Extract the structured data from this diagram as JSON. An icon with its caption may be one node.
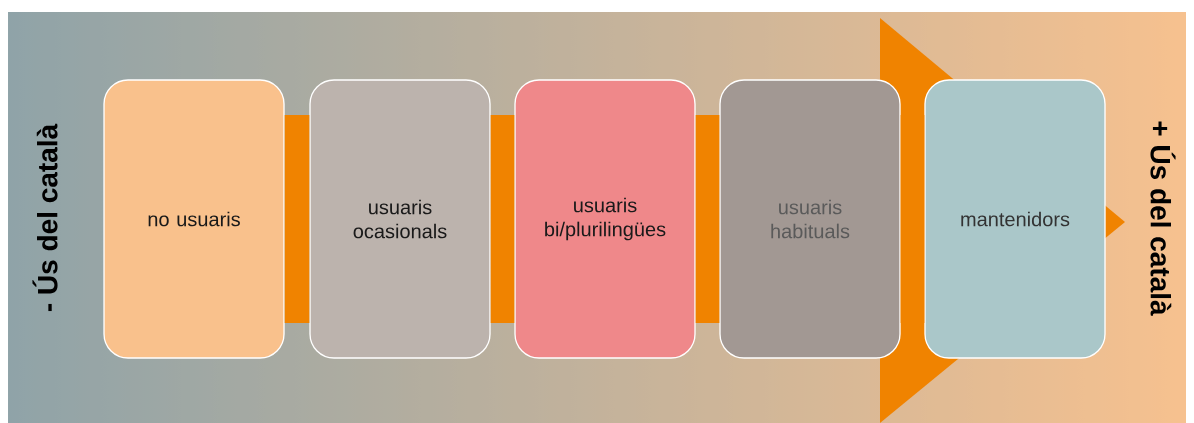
{
  "diagram": {
    "nodes": [
      {
        "text": [
          "no usuaris"
        ]
      },
      {
        "text": [
          "usuaris ocasionals"
        ]
      },
      {
        "text": [
          "usuaris bi/plurilingües"
        ]
      },
      {
        "text": [
          "usuaris habituals"
        ]
      },
      {
        "text": [
          "mantenidors"
        ]
      }
    ],
    "edges": [
      {
        "from": 0,
        "to": 1,
        "arrow": "none"
      },
      {
        "from": 1,
        "to": 2,
        "arrow": "none"
      },
      {
        "from": 2,
        "to": 3,
        "arrow": "none"
      },
      {
        "from": 3,
        "to": 4,
        "arrow": "none"
      }
    ],
    "labels": [
      "- Ús del català",
      "+ Ús del català"
    ]
  }
}
